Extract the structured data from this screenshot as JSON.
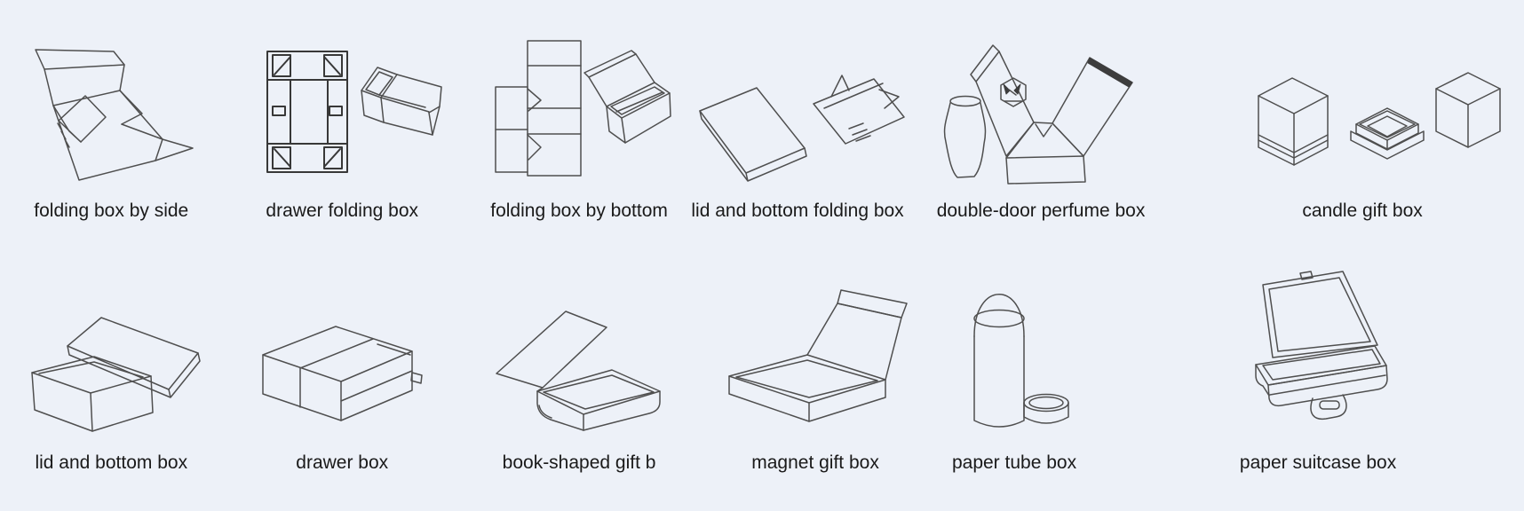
{
  "canvas": {
    "background_color": "#edf1f8",
    "line_color": "#4f4f4f",
    "label_color": "#1a1a1a"
  },
  "rows": [
    {
      "items": [
        {
          "label": "folding box by side",
          "drawing": "folding-box-by-side-drawing"
        },
        {
          "label": "drawer folding box",
          "drawing": "drawer-folding-box-drawing"
        },
        {
          "label": "folding box by bottom",
          "drawing": "folding-box-by-bottom-drawing"
        },
        {
          "label": "lid and bottom folding box",
          "drawing": "lid-and-bottom-folding-box-drawing"
        },
        {
          "label": "double-door perfume box",
          "drawing": "double-door-perfume-box-drawing"
        },
        {
          "label": "candle gift box",
          "drawing": "candle-gift-box-drawing"
        }
      ]
    },
    {
      "items": [
        {
          "label": "lid and bottom box",
          "drawing": "lid-and-bottom-box-drawing"
        },
        {
          "label": "drawer box",
          "drawing": "drawer-box-drawing"
        },
        {
          "label": "book-shaped gift b",
          "drawing": "book-shaped-gift-box-drawing"
        },
        {
          "label": "magnet gift box",
          "drawing": "magnet-gift-box-drawing"
        },
        {
          "label": "paper tube box",
          "drawing": "paper-tube-box-drawing"
        },
        {
          "label": "paper suitcase box",
          "drawing": "paper-suitcase-box-drawing"
        }
      ]
    }
  ]
}
